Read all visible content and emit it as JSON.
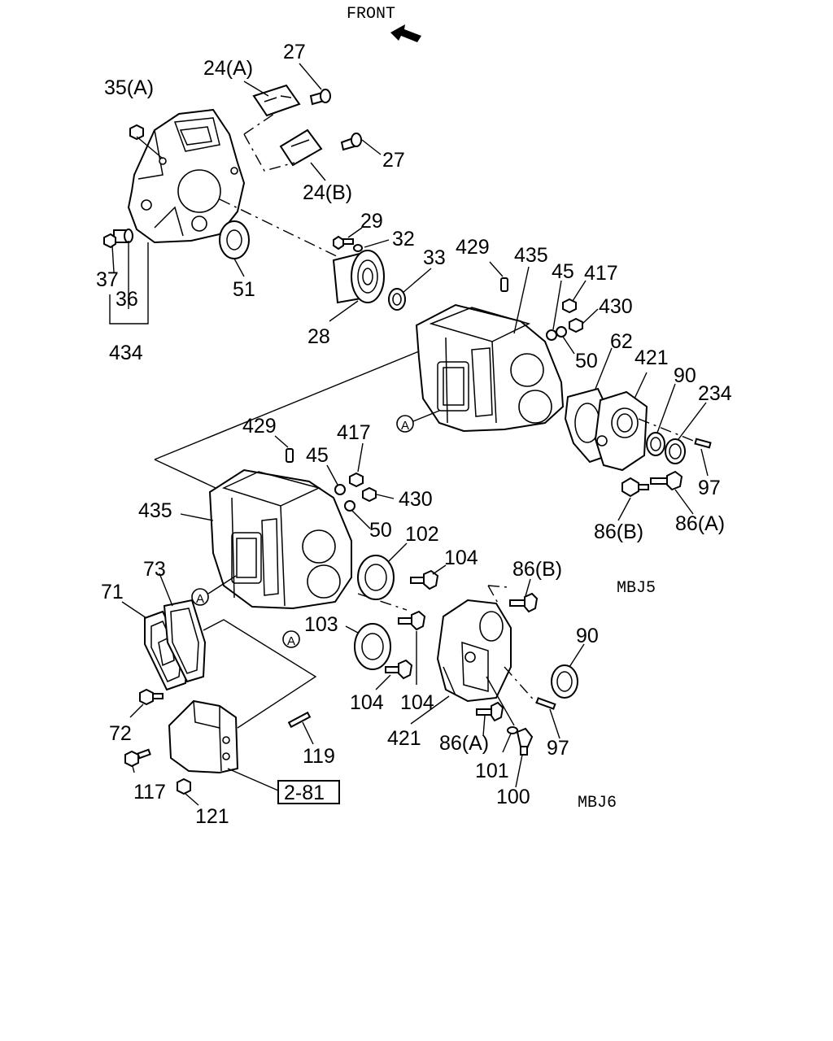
{
  "header": {
    "direction": "FRONT"
  },
  "section_codes": [
    "MBJ5",
    "MBJ6"
  ],
  "reference_box": "2-81",
  "view_marker": "A",
  "labels": {
    "p27a": "27",
    "p24a": "24(A)",
    "p35a": "35(A)",
    "p27b": "27",
    "p24b": "24(B)",
    "p29": "29",
    "p32": "32",
    "p33": "33",
    "p37": "37",
    "p36": "36",
    "p434": "434",
    "p51": "51",
    "p28": "28",
    "p429a": "429",
    "p435a": "435",
    "p45a": "45",
    "p417a": "417",
    "p430a": "430",
    "p50a": "50",
    "p62": "62",
    "p421a": "421",
    "p90a": "90",
    "p234": "234",
    "p97a": "97",
    "p86bA": "86(B)",
    "p86aA": "86(A)",
    "p429b": "429",
    "p45b": "45",
    "p417b": "417",
    "p430b": "430",
    "p435b": "435",
    "p50b": "50",
    "p102": "102",
    "p104a": "104",
    "p86bB": "86(B)",
    "p73": "73",
    "p71": "71",
    "p103": "103",
    "p90b": "90",
    "p72": "72",
    "p104b": "104",
    "p104c": "104",
    "p421b": "421",
    "p86aB": "86(A)",
    "p97b": "97",
    "p119": "119",
    "p101": "101",
    "p117": "117",
    "p121": "121",
    "p100": "100"
  }
}
